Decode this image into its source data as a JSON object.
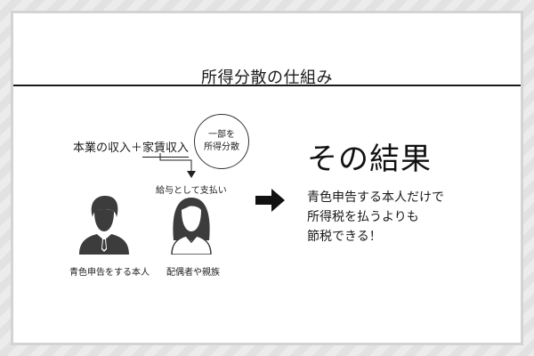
{
  "header": {
    "title": "所得分散の仕組み"
  },
  "diagram": {
    "formula": {
      "part1": "本業の収入＋",
      "part2_underlined": "家賃収入"
    },
    "circle_note": {
      "line1": "一部を",
      "line2": "所得分散"
    },
    "arrow_label": "給与として支払い",
    "people": [
      {
        "role": "self",
        "icon": "male-person-icon",
        "caption": "青色申告をする本人"
      },
      {
        "role": "family",
        "icon": "female-person-icon",
        "caption": "配偶者や親族"
      }
    ]
  },
  "result": {
    "arrow_icon": "right-arrow-icon",
    "title": "その結果",
    "lines": [
      "青色申告する本人だけで",
      "所得税を払うよりも",
      "節税できる！"
    ]
  },
  "colors": {
    "frame_border": "#d3d3d3",
    "background_stripe_light": "#ececec",
    "background_stripe_dark": "#e2e2e2",
    "icon_fill": "#3c3c3c",
    "text": "#1a1a1a"
  }
}
